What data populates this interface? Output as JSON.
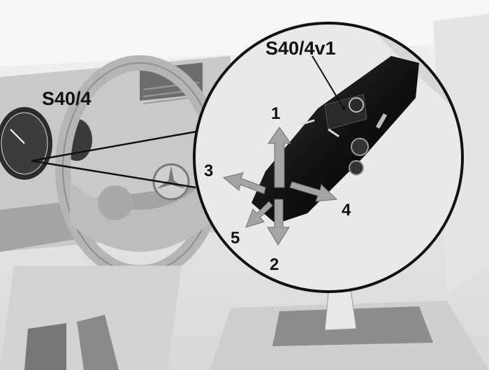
{
  "labels": {
    "control_unit": "S40/4",
    "lever_switch": "S40/4v1"
  },
  "directions": [
    {
      "number": "1"
    },
    {
      "number": "2"
    },
    {
      "number": "3"
    },
    {
      "number": "4"
    },
    {
      "number": "5"
    }
  ],
  "colors": {
    "background": "#ececec",
    "lever": "#161616",
    "arrow": "#a4a4a4",
    "text": "#111111"
  }
}
